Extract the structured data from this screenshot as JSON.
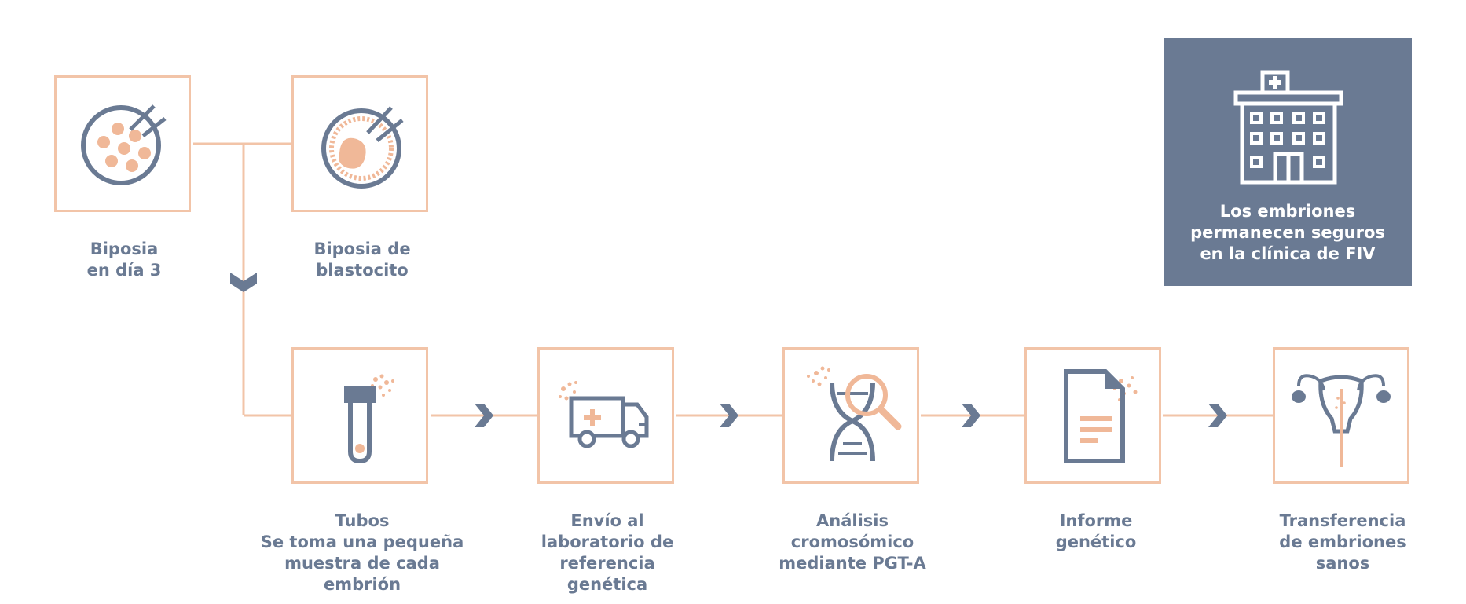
{
  "steps_top": [
    {
      "id": "biopsy-day3",
      "lines": [
        "Biposia",
        "en día 3"
      ]
    },
    {
      "id": "biopsy-blastocyst",
      "lines": [
        "Biposia de",
        "blastocito"
      ]
    }
  ],
  "steps_bottom": [
    {
      "id": "tubes",
      "lines": [
        "Tubos",
        "Se toma una pequeña",
        "muestra de cada",
        "embrión"
      ]
    },
    {
      "id": "shipping",
      "lines": [
        "Envío al",
        "laboratorio de",
        "referencia",
        "genética"
      ]
    },
    {
      "id": "analysis",
      "lines": [
        "Análisis",
        "cromosómico",
        "mediante PGT-A"
      ]
    },
    {
      "id": "report",
      "lines": [
        "Informe",
        "genético"
      ]
    },
    {
      "id": "transfer",
      "lines": [
        "Transferencia",
        "de embriones",
        "sanos"
      ]
    }
  ],
  "clinic": {
    "lines": [
      "Los embriones",
      "permanecen seguros",
      "en la clínica de FIV"
    ]
  },
  "colors": {
    "accent": "#f2c4a8",
    "slate": "#6a7a93",
    "peach": "#f0b898"
  },
  "icons": [
    "petri-dish-icon",
    "blastocyst-icon",
    "test-tube-icon",
    "ambulance-icon",
    "dna-magnifier-icon",
    "document-icon",
    "uterus-icon",
    "hospital-icon",
    "chevron-down-icon",
    "chevron-right-icon"
  ]
}
